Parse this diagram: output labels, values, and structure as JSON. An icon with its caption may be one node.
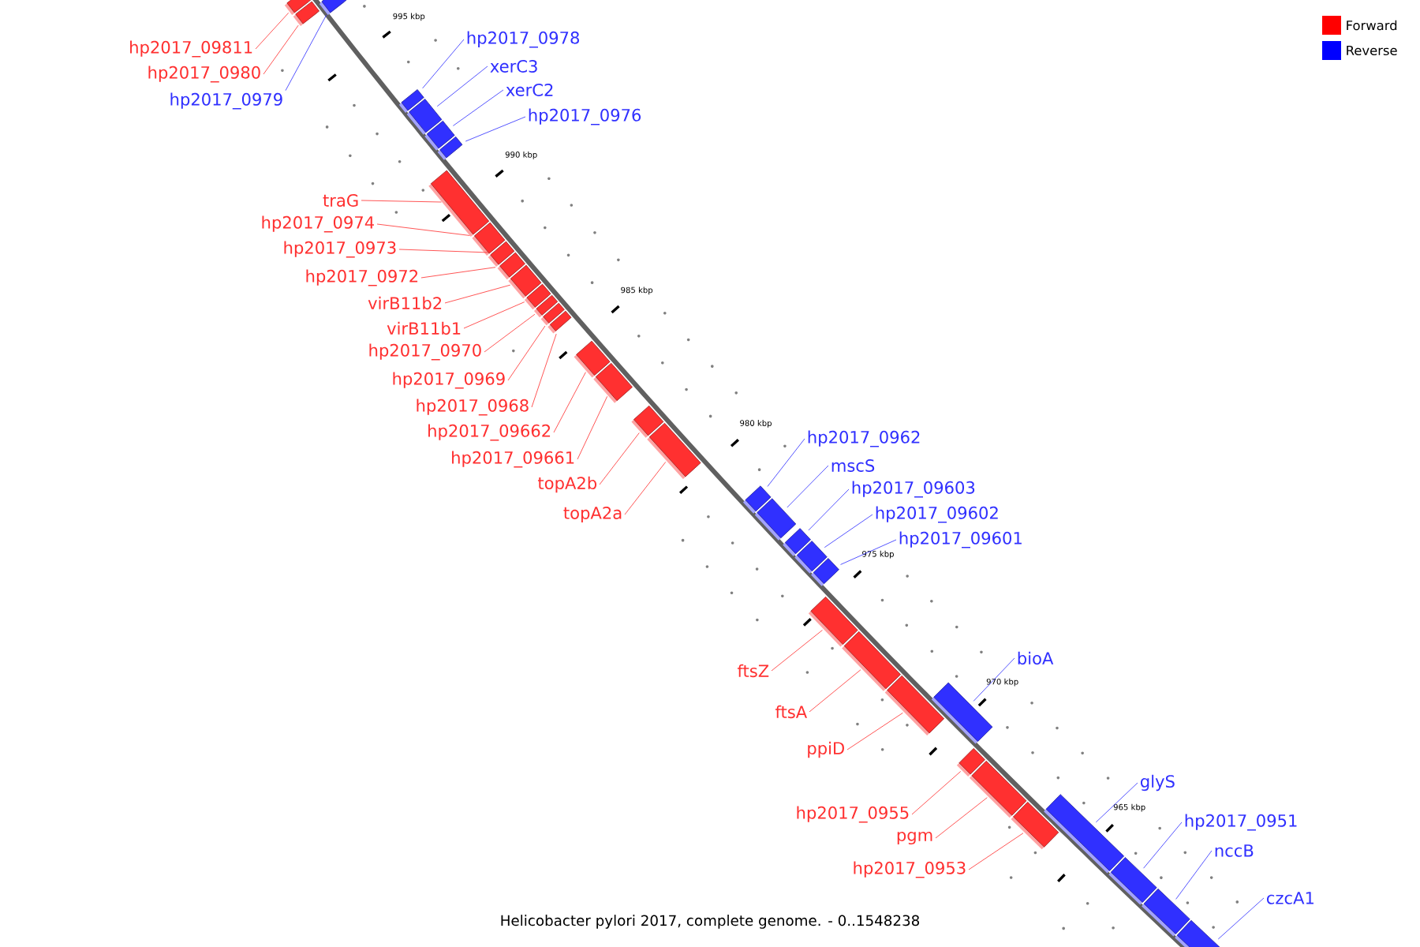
{
  "diagram": {
    "caption": "Helicobacter pylori 2017, complete genome. - 0..1548238",
    "nodes": [
      {
        "text": [
          "hp2017_09811"
        ]
      },
      {
        "text": [],
        "shape": "box"
      },
      {
        "text": [
          "hp2017_0980"
        ]
      },
      {
        "text": [],
        "shape": "box"
      },
      {
        "text": [
          "hp2017_0979"
        ]
      },
      {
        "text": [],
        "shape": "box"
      },
      {
        "text": [
          "hp2017_0978"
        ]
      },
      {
        "text": [],
        "shape": "box"
      },
      {
        "text": [
          "xerC3"
        ]
      },
      {
        "text": [],
        "shape": "box"
      },
      {
        "text": [
          "xerC2"
        ]
      },
      {
        "text": [],
        "shape": "box"
      },
      {
        "text": [
          "hp2017_0976"
        ]
      },
      {
        "text": [],
        "shape": "box"
      },
      {
        "text": [
          "traG"
        ]
      },
      {
        "text": [],
        "shape": "box"
      },
      {
        "text": [
          "hp2017_0974"
        ]
      },
      {
        "text": [],
        "shape": "box"
      },
      {
        "text": [
          "hp2017_0973"
        ]
      },
      {
        "text": [],
        "shape": "box"
      },
      {
        "text": [
          "hp2017_0972"
        ]
      },
      {
        "text": [],
        "shape": "box"
      },
      {
        "text": [
          "virB11b2"
        ]
      },
      {
        "text": [],
        "shape": "box"
      },
      {
        "text": [
          "virB11b1"
        ]
      },
      {
        "text": [],
        "shape": "box"
      },
      {
        "text": [
          "hp2017_0970"
        ]
      },
      {
        "text": [],
        "shape": "box"
      },
      {
        "text": [
          "hp2017_0969"
        ]
      },
      {
        "text": [],
        "shape": "box"
      },
      {
        "text": [
          "hp2017_0968"
        ]
      },
      {
        "text": [],
        "shape": "box"
      },
      {
        "text": [
          "hp2017_09662"
        ]
      },
      {
        "text": [],
        "shape": "box"
      },
      {
        "text": [
          "hp2017_09661"
        ]
      },
      {
        "text": [],
        "shape": "box"
      },
      {
        "text": [
          "topA2b"
        ]
      },
      {
        "text": [],
        "shape": "box"
      },
      {
        "text": [
          "topA2a"
        ]
      },
      {
        "text": [],
        "shape": "box"
      },
      {
        "text": [
          "hp2017_0962"
        ]
      },
      {
        "text": [],
        "shape": "box"
      },
      {
        "text": [
          "mscS"
        ]
      },
      {
        "text": [],
        "shape": "box"
      },
      {
        "text": [
          "hp2017_09603"
        ]
      },
      {
        "text": [],
        "shape": "box"
      },
      {
        "text": [
          "hp2017_09602"
        ]
      },
      {
        "text": [],
        "shape": "box"
      },
      {
        "text": [
          "hp2017_09601"
        ]
      },
      {
        "text": [],
        "shape": "box"
      },
      {
        "text": [
          "ftsZ"
        ]
      },
      {
        "text": [],
        "shape": "box"
      },
      {
        "text": [
          "ftsA"
        ]
      },
      {
        "text": [],
        "shape": "box"
      },
      {
        "text": [
          "ppiD"
        ]
      },
      {
        "text": [],
        "shape": "box"
      },
      {
        "text": [
          "bioA"
        ]
      },
      {
        "text": [],
        "shape": "box"
      },
      {
        "text": [
          "hp2017_0955"
        ]
      },
      {
        "text": [],
        "shape": "box"
      },
      {
        "text": [
          "pgm"
        ]
      },
      {
        "text": [],
        "shape": "box"
      },
      {
        "text": [
          "hp2017_0953"
        ]
      },
      {
        "text": [],
        "shape": "box"
      },
      {
        "text": [
          "glyS"
        ]
      },
      {
        "text": [],
        "shape": "box"
      },
      {
        "text": [
          "hp2017_0951"
        ]
      },
      {
        "text": [],
        "shape": "box"
      },
      {
        "text": [
          "nccB"
        ]
      },
      {
        "text": [],
        "shape": "box"
      },
      {
        "text": [
          "czcA1"
        ]
      },
      {
        "text": [],
        "shape": "box"
      }
    ],
    "edges": [
      {
        "from": 0,
        "to": 1,
        "arrow": "none"
      },
      {
        "from": 2,
        "to": 3,
        "arrow": "none"
      },
      {
        "from": 4,
        "to": 5,
        "arrow": "none",
        "color": "#3030ff"
      },
      {
        "from": 6,
        "to": 7,
        "arrow": "none",
        "color": "#3030ff"
      },
      {
        "from": 8,
        "to": 9,
        "arrow": "none",
        "color": "#3030ff"
      },
      {
        "from": 10,
        "to": 11,
        "arrow": "none",
        "color": "#3030ff"
      },
      {
        "from": 12,
        "to": 13,
        "arrow": "none",
        "color": "#3030ff"
      },
      {
        "from": 14,
        "to": 15,
        "arrow": "none"
      },
      {
        "from": 16,
        "to": 17,
        "arrow": "none"
      },
      {
        "from": 18,
        "to": 19,
        "arrow": "none"
      },
      {
        "from": 20,
        "to": 21,
        "arrow": "none"
      },
      {
        "from": 22,
        "to": 23,
        "arrow": "none"
      },
      {
        "from": 24,
        "to": 25,
        "arrow": "none"
      },
      {
        "from": 26,
        "to": 27,
        "arrow": "none"
      },
      {
        "from": 28,
        "to": 29,
        "arrow": "none"
      },
      {
        "from": 30,
        "to": 31,
        "arrow": "none"
      },
      {
        "from": 32,
        "to": 33,
        "arrow": "none"
      },
      {
        "from": 34,
        "to": 35,
        "arrow": "none"
      },
      {
        "from": 36,
        "to": 37,
        "arrow": "none"
      },
      {
        "from": 38,
        "to": 39,
        "arrow": "none"
      },
      {
        "from": 40,
        "to": 41,
        "arrow": "none",
        "color": "#3030ff"
      },
      {
        "from": 42,
        "to": 43,
        "arrow": "none",
        "color": "#3030ff"
      },
      {
        "from": 44,
        "to": 45,
        "arrow": "none",
        "color": "#3030ff"
      },
      {
        "from": 46,
        "to": 47,
        "arrow": "none",
        "color": "#3030ff"
      },
      {
        "from": 48,
        "to": 49,
        "arrow": "none",
        "color": "#3030ff"
      },
      {
        "from": 50,
        "to": 51,
        "arrow": "none"
      },
      {
        "from": 52,
        "to": 53,
        "arrow": "none"
      },
      {
        "from": 54,
        "to": 55,
        "arrow": "none"
      },
      {
        "from": 56,
        "to": 57,
        "arrow": "none",
        "color": "#3030ff"
      },
      {
        "from": 58,
        "to": 59,
        "arrow": "none"
      },
      {
        "from": 60,
        "to": 61,
        "arrow": "none"
      },
      {
        "from": 62,
        "to": 63,
        "arrow": "none"
      },
      {
        "from": 64,
        "to": 65,
        "arrow": "none",
        "color": "#3030ff"
      },
      {
        "from": 66,
        "to": 67,
        "arrow": "none",
        "color": "#3030ff"
      },
      {
        "from": 68,
        "to": 69,
        "arrow": "none",
        "color": "#3030ff"
      },
      {
        "from": 70,
        "to": 71,
        "arrow": "none",
        "color": "#3030ff"
      }
    ],
    "labels": [
      "995 kbp",
      "990 kbp",
      "985 kbp",
      "980 kbp",
      "975 kbp",
      "970 kbp",
      "965 kbp"
    ],
    "legend": [
      {
        "text": "Forward",
        "color": "#ff0000"
      },
      {
        "text": "Reverse",
        "color": "#0000ff"
      }
    ]
  }
}
